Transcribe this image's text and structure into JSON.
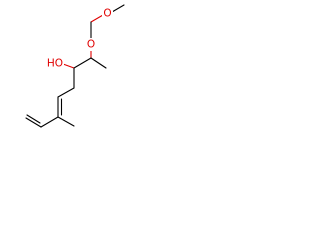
{
  "figure": {
    "background_color": "#ffffff",
    "bond_color": "#000000",
    "heteroatom_color": "#e00000"
  },
  "atoms": {
    "ether_oxygen_top": {
      "label": "O",
      "color": "#e00000"
    },
    "ether_oxygen_mid": {
      "label": "O",
      "color": "#e00000"
    },
    "hydroxyl": {
      "label": "HO",
      "color": "#e00000"
    }
  }
}
